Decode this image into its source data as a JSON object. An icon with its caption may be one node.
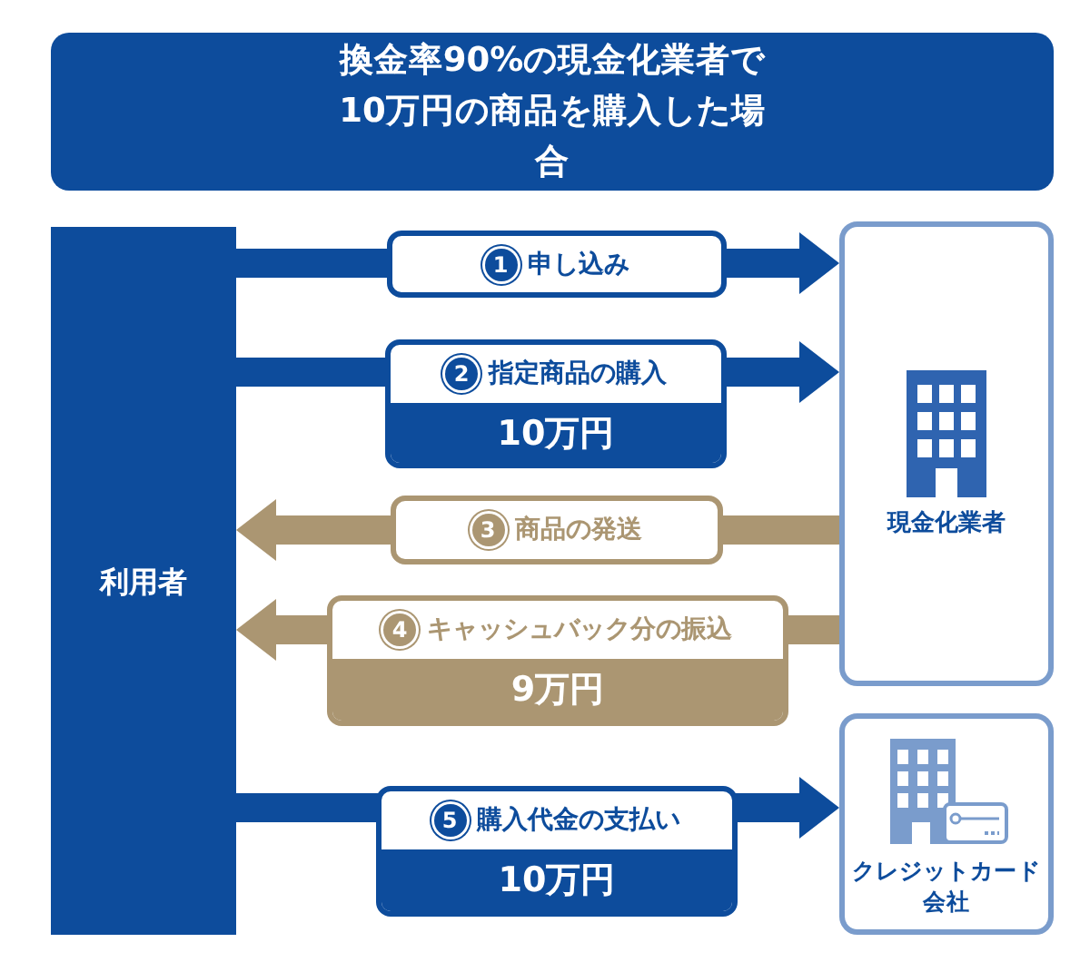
{
  "diagram": {
    "title": "換金率90%の現金化業者で10万円の商品を購入した場合",
    "nodes": [
      {
        "text": [
          "利用者"
        ]
      },
      {
        "text": [
          "現金化業者"
        ]
      },
      {
        "text": [
          "クレジットカード会社"
        ]
      }
    ],
    "edges": [
      {
        "from": 0,
        "to": 1,
        "arrow": "to",
        "label": "申し込み"
      },
      {
        "from": 0,
        "to": 1,
        "arrow": "to",
        "label": "指定商品の購入"
      },
      {
        "from": 1,
        "to": 0,
        "arrow": "to",
        "label": "商品の発送",
        "color": "#ab9672"
      },
      {
        "from": 1,
        "to": 0,
        "arrow": "to",
        "label": "キャッシュバック分の振込",
        "color": "#ab9672"
      },
      {
        "from": 0,
        "to": 2,
        "arrow": "to",
        "label": "購入代金の支払い"
      }
    ],
    "labels": [
      "1",
      "2",
      "10万円",
      "3",
      "4",
      "9万円",
      "5",
      "10万円"
    ]
  }
}
